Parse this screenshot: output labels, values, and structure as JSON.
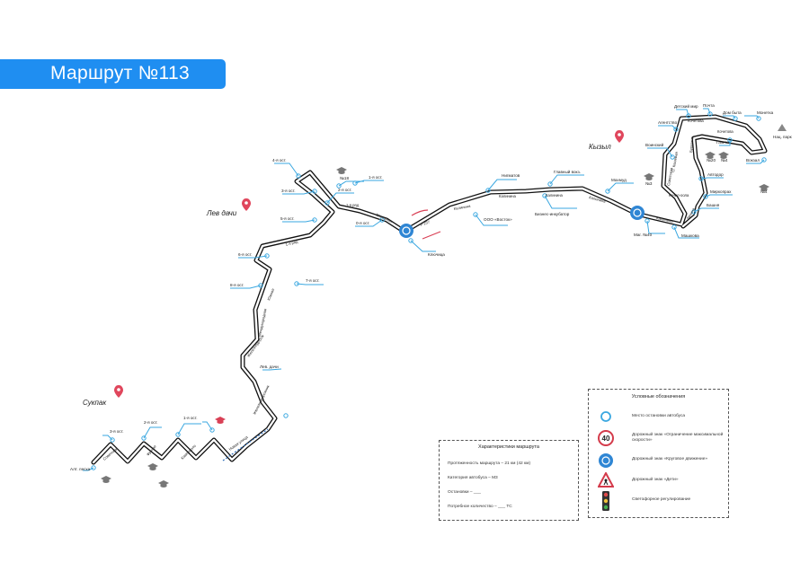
{
  "title": "Маршрут №113",
  "cities": {
    "lev_dachi": "Лев дачи",
    "kyzyl": "Кызыл",
    "sukpak": "Сукпак"
  },
  "road_labels": {
    "r257": "Р-257"
  },
  "stops": {
    "s1": "1-я ост.",
    "s2": "2-я ост.",
    "s3": "3-я ост.",
    "s4": "4-я ост.",
    "s5": "5-я ост.",
    "s6": "6-я ост.",
    "s7": "7-я ост.",
    "s8": "8-я ост.",
    "s0": "0-я ост.",
    "nomer8": "№18",
    "nomer1": "1-я ост.",
    "lev_dachi_stop": "Лев. дачи",
    "alt_lesa": "Алт. лесха",
    "sukpak_3": "3-я ост.",
    "sukpak_2": "2-я ост.",
    "sukpak_1": "1-я ост.",
    "klyuchi": "Ключица",
    "ooo_vostok": "ООО «Восток»",
    "nigmatov": "Нигматов",
    "biznes": "Бизнес-инкубатор",
    "glavnyi": "Главный вокз.",
    "mahmuda": "Махмуд",
    "mag40": "Маг. №40",
    "mashkov": "Машкова",
    "bashnya": "Башня",
    "mirkoprah": "Миркопрах",
    "avtodor": "Автодор",
    "nomer3": "№3",
    "nomer20": "№20",
    "nomer4": "№4",
    "nomer2": "№2",
    "vokzal": "Вокзал",
    "gazeta": "Газета",
    "voininyi": "Воинский",
    "agentstvo": "Агентство",
    "detskiy": "Детский мир",
    "pochta": "Почта",
    "dom_byta": "Дом быта",
    "monetka": "Монетка",
    "nac_park": "Нац. парк",
    "nomer1k": "№4"
  },
  "streets": {
    "kalinina1": "Калинина",
    "kalinina2": "Калинина",
    "kalinina3": "Калинина",
    "kalinina4": "Калинина",
    "kalinina5": "Калинина",
    "kochetova1": "Кочетова",
    "kochetova2": "Кочетова",
    "kochetova3": "Кочетова",
    "bystrinka": "Бугарина",
    "sovetskaya": "Советская",
    "o_kosheva": "О. Кошевая",
    "kechil": "Кечил-оола",
    "leninaya": "Ленина",
    "shkolnaya": "Школьная",
    "1ya_ryad": "1-я ряд",
    "1ya_ryad2": "1-я ряд",
    "yuzhnaya": "Южная",
    "mezhdunarodnaya": "Международная",
    "zheleznodor": "Железнодорож",
    "lev_dach_st": "Лев. дачи",
    "novaya": "Новая улица",
    "kamnekol": "Кампесоло",
    "frunze": "Фрунзе",
    "sovetskaya2": "Советская",
    "zheleznodorozhnik": "Железнодорожник"
  },
  "legend": {
    "title": "Условные обозначения",
    "items": [
      {
        "icon": "bus-stop-icon",
        "text": "Место остановки автобуса"
      },
      {
        "icon": "speed-limit-sign-icon",
        "sign_value": "40",
        "text": "Дорожный знак «Ограничение максимальной скорости»"
      },
      {
        "icon": "roundabout-sign-icon",
        "text": "Дорожный знак «Круговое движение»"
      },
      {
        "icon": "children-sign-icon",
        "text": "Дорожный знак «Дети»"
      },
      {
        "icon": "traffic-light-icon",
        "text": "Светофорное регулирование"
      }
    ]
  },
  "characteristics": {
    "title": "Характеристики маршрута",
    "rows": [
      "Протяженность маршрута – 21 км (42 км)",
      "Категория автобуса – М3",
      "Остановки – ___",
      "Потребное количество – ___ ТС"
    ]
  },
  "colors": {
    "accent": "#1f8ef1",
    "route": "#111111",
    "stop": "#3aa7e0",
    "pin": "#e0465c",
    "pending_route": "#2b6bb8"
  }
}
